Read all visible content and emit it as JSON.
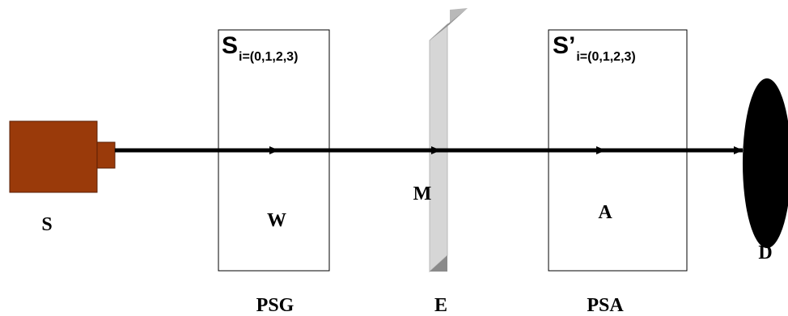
{
  "diagram": {
    "source": {
      "label": "S",
      "color": "#9a3a0a"
    },
    "psg": {
      "label": "PSG",
      "element_label": "W",
      "stokes_symbol": "S",
      "stokes_subscript": "i=(0,1,2,3)"
    },
    "sample": {
      "label": "E",
      "point_label": "M",
      "color": "#d6d6d6",
      "edge_color": "#9a9a9a"
    },
    "psa": {
      "label": "PSA",
      "element_label": "A",
      "stokes_symbol": "S’",
      "stokes_subscript": "i=(0,1,2,3)"
    },
    "detector": {
      "label": "D",
      "color": "#000000"
    }
  }
}
